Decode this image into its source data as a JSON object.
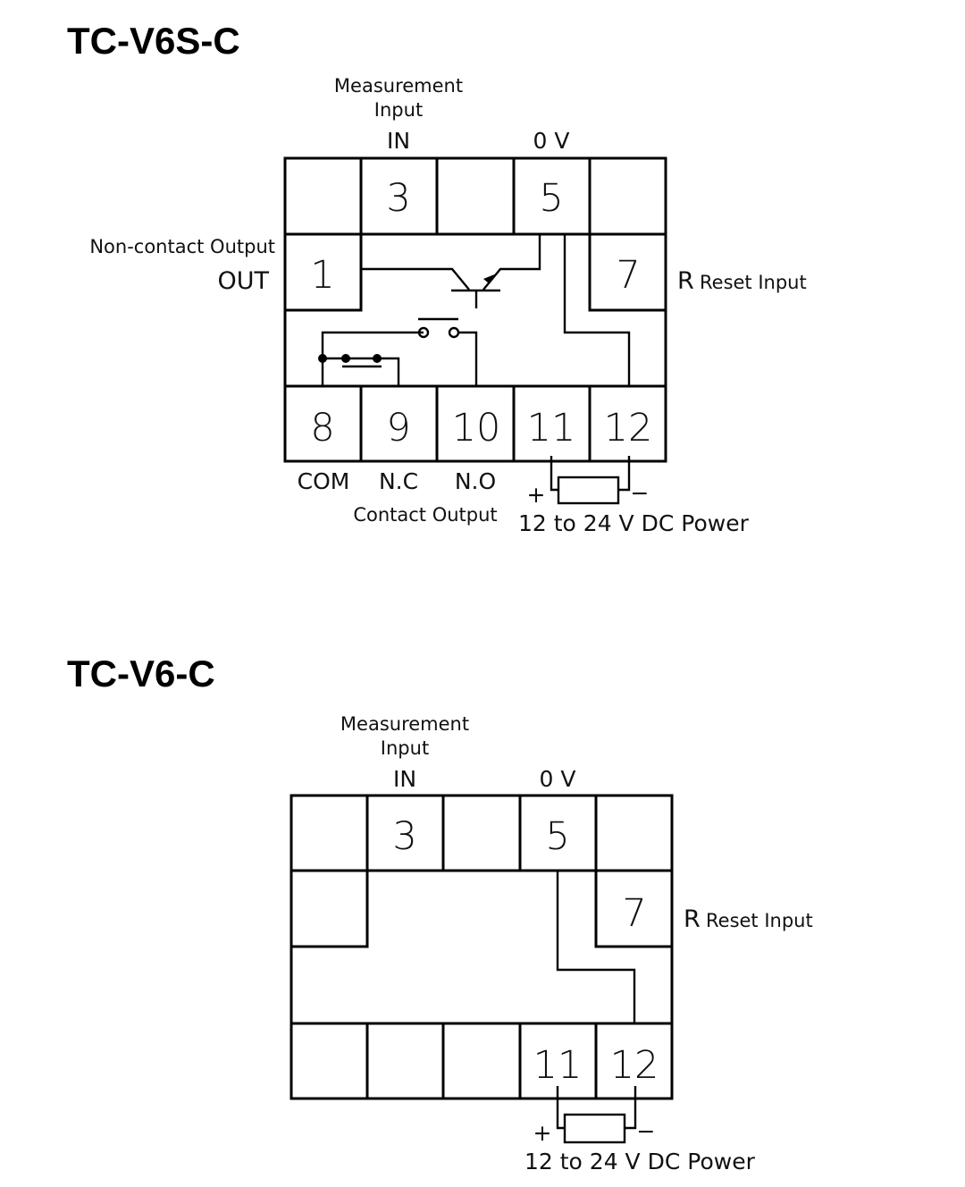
{
  "diagram1": {
    "title": "TC-V6S-C",
    "measurement_label_line1": "Measurement",
    "measurement_label_line2": "Input",
    "in_label": "IN",
    "zero_v_label": "0 V",
    "noncontact_label": "Non-contact Output",
    "out_label": "OUT",
    "r_label": "R",
    "reset_label": "Reset Input",
    "terminals": {
      "t3": "3",
      "t5": "5",
      "t1": "1",
      "t7": "7",
      "t8": "8",
      "t9": "9",
      "t10": "10",
      "t11": "11",
      "t12": "12"
    },
    "com_label": "COM",
    "nc_label": "N.C",
    "no_label": "N.O",
    "contact_output_label": "Contact Output",
    "plus_label": "+",
    "minus_label": "−",
    "power_label": "12 to 24 V DC Power"
  },
  "diagram2": {
    "title": "TC-V6-C",
    "measurement_label_line1": "Measurement",
    "measurement_label_line2": "Input",
    "in_label": "IN",
    "zero_v_label": "0 V",
    "r_label": "R",
    "reset_label": "Reset Input",
    "terminals": {
      "t3": "3",
      "t5": "5",
      "t7": "7",
      "t11": "11",
      "t12": "12"
    },
    "plus_label": "+",
    "minus_label": "−",
    "power_label": "12 to 24 V DC Power"
  }
}
